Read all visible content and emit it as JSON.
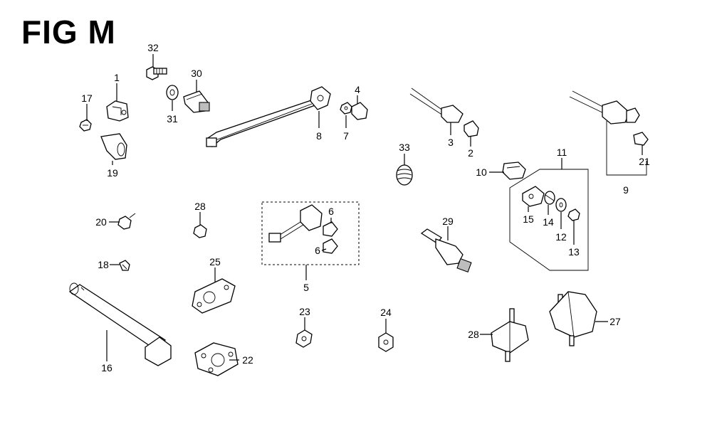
{
  "figure": {
    "title": "FIG M",
    "parts": [
      {
        "key": "p32",
        "label": "32"
      },
      {
        "key": "p1",
        "label": "1"
      },
      {
        "key": "p30",
        "label": "30"
      },
      {
        "key": "p17",
        "label": "17"
      },
      {
        "key": "p31",
        "label": "31"
      },
      {
        "key": "p19",
        "label": "19"
      },
      {
        "key": "p8",
        "label": "8"
      },
      {
        "key": "p4",
        "label": "4"
      },
      {
        "key": "p7",
        "label": "7"
      },
      {
        "key": "p3",
        "label": "3"
      },
      {
        "key": "p2",
        "label": "2"
      },
      {
        "key": "p33",
        "label": "33"
      },
      {
        "key": "p10",
        "label": "10"
      },
      {
        "key": "p11",
        "label": "11"
      },
      {
        "key": "p15",
        "label": "15"
      },
      {
        "key": "p14",
        "label": "14"
      },
      {
        "key": "p12",
        "label": "12"
      },
      {
        "key": "p13",
        "label": "13"
      },
      {
        "key": "p9",
        "label": "9"
      },
      {
        "key": "p21",
        "label": "21"
      },
      {
        "key": "p20",
        "label": "20"
      },
      {
        "key": "p28a",
        "label": "28"
      },
      {
        "key": "p6a",
        "label": "6"
      },
      {
        "key": "p6b",
        "label": "6"
      },
      {
        "key": "p5",
        "label": "5"
      },
      {
        "key": "p29",
        "label": "29"
      },
      {
        "key": "p18",
        "label": "18"
      },
      {
        "key": "p25",
        "label": "25"
      },
      {
        "key": "p23",
        "label": "23"
      },
      {
        "key": "p24",
        "label": "24"
      },
      {
        "key": "p28b",
        "label": "28"
      },
      {
        "key": "p27",
        "label": "27"
      },
      {
        "key": "p16",
        "label": "16"
      },
      {
        "key": "p22",
        "label": "22"
      }
    ]
  }
}
